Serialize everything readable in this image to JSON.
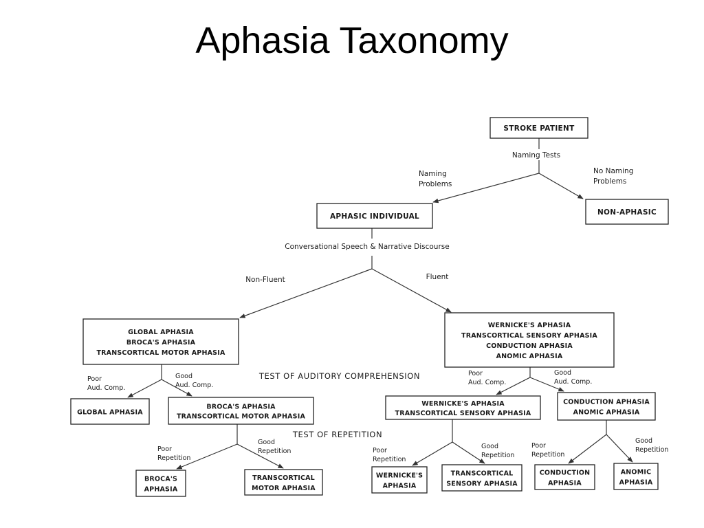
{
  "title": "Aphasia Taxonomy",
  "nodes": {
    "stroke_patient": [
      "STROKE PATIENT"
    ],
    "aphasic_individual": [
      "APHASIC INDIVIDUAL"
    ],
    "non_aphasic": [
      "NON-APHASIC"
    ],
    "nonfluent_group": [
      "GLOBAL APHASIA",
      "BROCA'S APHASIA",
      "TRANSCORTICAL MOTOR APHASIA"
    ],
    "fluent_group": [
      "WERNICKE'S APHASIA",
      "TRANSCORTICAL SENSORY APHASIA",
      "CONDUCTION APHASIA",
      "ANOMIC APHASIA"
    ],
    "global_aphasia": [
      "GLOBAL APHASIA"
    ],
    "broca_tcm_group": [
      "BROCA'S APHASIA",
      "TRANSCORTICAL MOTOR APHASIA"
    ],
    "wernicke_tcs_group": [
      "WERNICKE'S APHASIA",
      "TRANSCORTICAL SENSORY APHASIA"
    ],
    "conduction_anomic_group": [
      "CONDUCTION APHASIA",
      "ANOMIC APHASIA"
    ],
    "brocas_aphasia": [
      "BROCA'S",
      "APHASIA"
    ],
    "transcortical_motor": [
      "TRANSCORTICAL",
      "MOTOR APHASIA"
    ],
    "wernickes_aphasia": [
      "WERNICKE'S",
      "APHASIA"
    ],
    "transcortical_sensory": [
      "TRANSCORTICAL",
      "SENSORY APHASIA"
    ],
    "conduction_aphasia": [
      "CONDUCTION",
      "APHASIA"
    ],
    "anomic_aphasia": [
      "ANOMIC",
      "APHASIA"
    ]
  },
  "labels": {
    "naming_tests": "Naming Tests",
    "naming_problems": [
      "Naming",
      "Problems"
    ],
    "no_naming_problems": [
      "No Naming",
      "Problems"
    ],
    "conversational": "Conversational Speech & Narrative Discourse",
    "non_fluent": "Non-Fluent",
    "fluent": "Fluent",
    "poor_aud_left": [
      "Poor",
      "Aud. Comp."
    ],
    "good_aud_left": [
      "Good",
      "Aud. Comp."
    ],
    "poor_aud_right": [
      "Poor",
      "Aud. Comp."
    ],
    "good_aud_right": [
      "Good",
      "Aud. Comp."
    ],
    "test_auditory": "TEST OF AUDITORY COMPREHENSION",
    "test_repetition": "TEST OF REPETITION",
    "poor_rep_1": [
      "Poor",
      "Repetition"
    ],
    "good_rep_1": [
      "Good",
      "Repetition"
    ],
    "poor_rep_2": [
      "Poor",
      "Repetition"
    ],
    "good_rep_2": [
      "Good",
      "Repetition"
    ],
    "poor_rep_3": [
      "Poor",
      "Repetition"
    ],
    "good_rep_3": [
      "Good",
      "Repetition"
    ]
  }
}
